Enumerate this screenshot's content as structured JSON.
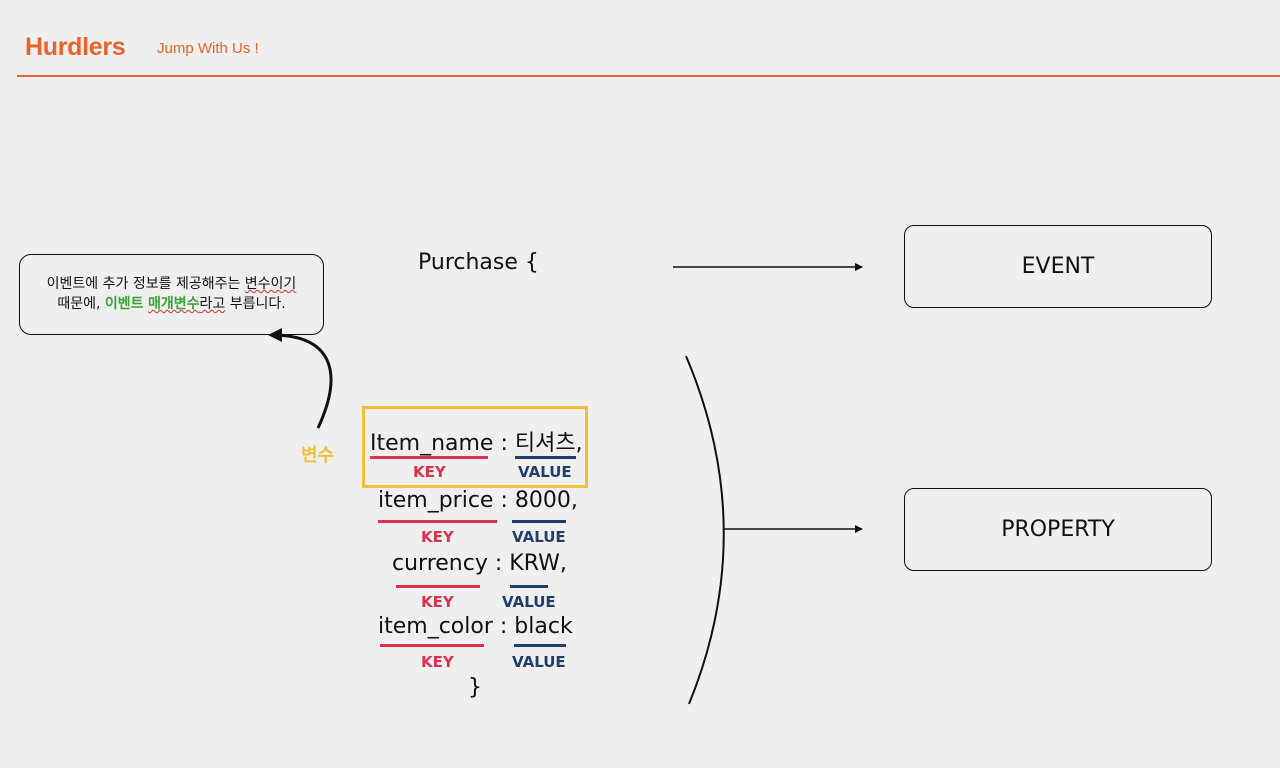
{
  "header": {
    "brand": "Hurdlers",
    "tagline": "Jump With Us !"
  },
  "callout": {
    "line1": "이벤트에 추가 정보를 제공해주는 ",
    "line1_wavy": "변수이기",
    "line2_prefix": "때문에, ",
    "line2_green1": "이벤트",
    "line2_space": " ",
    "line2_green2": "매개변수",
    "line2_suffix_wavy": "라고",
    "line2_suffix": " 부릅니다."
  },
  "code": {
    "opening": "Purchase {",
    "closing": "}",
    "variable_label": "변수",
    "key_tag": "KEY",
    "value_tag": "VALUE",
    "pairs": [
      {
        "key": "Item_name",
        "value": "티셔츠,"
      },
      {
        "key": "item_price",
        "value": "8000,"
      },
      {
        "key": "currency",
        "value": "KRW,"
      },
      {
        "key": "item_color",
        "value": "black"
      }
    ]
  },
  "boxes": {
    "event": "EVENT",
    "property": "PROPERTY"
  },
  "colors": {
    "brand": "#e8642a",
    "key": "#d7334d",
    "value": "#1f3f6b",
    "highlight": "#f2bf3a",
    "emphasis": "#3aa335"
  }
}
